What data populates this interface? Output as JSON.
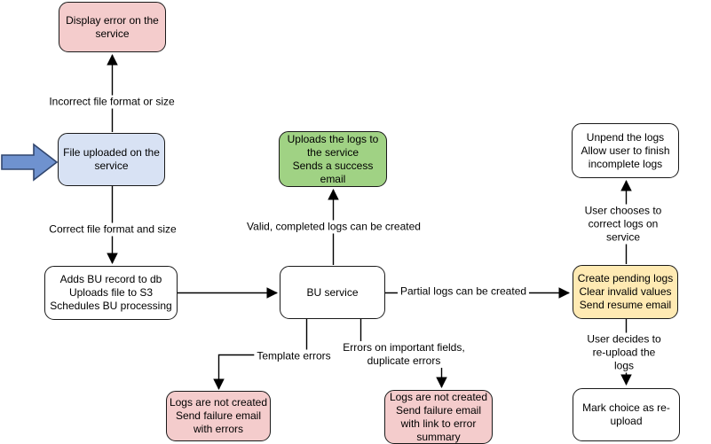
{
  "colors": {
    "pink": "#f4cccc",
    "blue": "#d8e2f4",
    "green": "#a0d284",
    "yellow": "#ffeab3",
    "white": "#ffffff",
    "entry_arrow_fill": "#6f92cf",
    "entry_arrow_stroke": "#31466e",
    "line": "#000000"
  },
  "nodes": {
    "display_error": {
      "label": "Display error on the\nservice"
    },
    "file_uploaded": {
      "label": "File uploaded on the\nservice"
    },
    "adds_bu_record": {
      "label": "Adds BU record to db\nUploads file to S3\nSchedules BU processing"
    },
    "bu_service": {
      "label": "BU service"
    },
    "uploads_logs": {
      "label": "Uploads the logs to\nthe service\nSends a success\nemail"
    },
    "unpend_logs": {
      "label": "Unpend the logs\nAllow user to finish\nincomplete logs"
    },
    "create_pending": {
      "label": "Create pending logs\nClear invalid values\nSend resume email"
    },
    "mark_choice": {
      "label": "Mark choice as re-\nupload"
    },
    "logs_not_created_template": {
      "label": "Logs are not created\nSend failure email\nwith errors"
    },
    "logs_not_created_fields": {
      "label": "Logs are not created\nSend failure email\nwith link to error\nsummary"
    }
  },
  "edge_labels": {
    "incorrect_format": "Incorrect file format or size",
    "correct_format": "Correct file format and size",
    "valid_logs": "Valid, completed logs can be created",
    "partial_logs": "Partial logs can be created",
    "template_errors": "Template errors",
    "important_field_errors": "Errors on important fields,\nduplicate errors",
    "user_corrects": "User chooses to correct logs on service",
    "user_reuploads": "User decides to re-upload the logs"
  }
}
